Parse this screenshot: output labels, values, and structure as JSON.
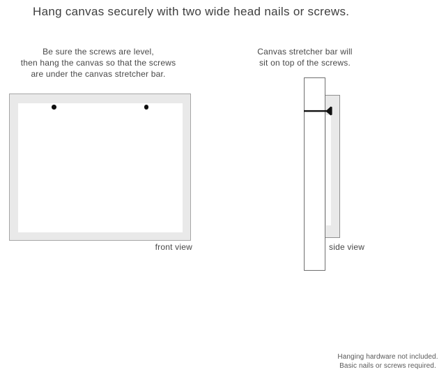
{
  "title": "Hang canvas securely with two wide head nails or screws.",
  "instructions": {
    "front": {
      "lines": [
        "Be sure the screws are level,",
        "then hang the canvas so that the screws",
        "are under the canvas stretcher bar."
      ]
    },
    "side": {
      "lines": [
        "Canvas stretcher bar will",
        "sit on top of the screws."
      ]
    }
  },
  "diagrams": {
    "front_view": {
      "label": "front view",
      "screw_count": 2,
      "frame_color": "#e9e9e9",
      "canvas_color": "#ffffff",
      "screw_color": "#0e0e0e"
    },
    "side_view": {
      "label": "side view",
      "stretcher_bar_color": "#ffffff",
      "canvas_color": "#e9e9e9",
      "nail_color": "#111111"
    }
  },
  "footer": {
    "lines": [
      "Hanging hardware not included.",
      "Basic nails or screws required."
    ]
  }
}
